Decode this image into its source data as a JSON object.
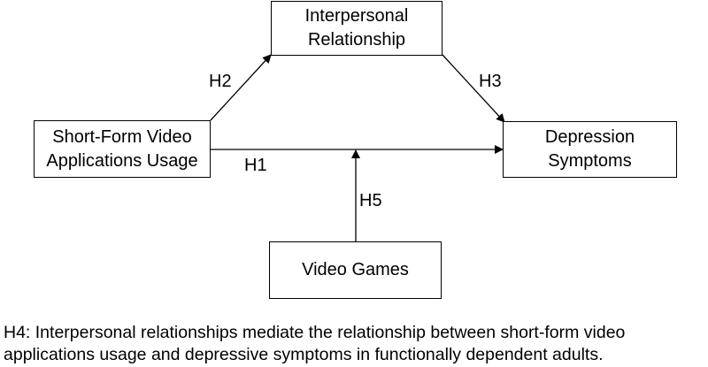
{
  "nodes": {
    "interpersonal": {
      "line1": "Interpersonal",
      "line2": "Relationship"
    },
    "shortform": {
      "line1": "Short-Form Video",
      "line2": "Applications Usage"
    },
    "depression": {
      "line1": "Depression",
      "line2": "Symptoms"
    },
    "games": {
      "line1": "Video Games"
    }
  },
  "edges": {
    "h1": "H1",
    "h2": "H2",
    "h3": "H3",
    "h5": "H5"
  },
  "caption": {
    "line1": "H4: Interpersonal relationships mediate the relationship between short-form video",
    "line2": "applications usage and depressive symptoms in functionally dependent adults."
  }
}
